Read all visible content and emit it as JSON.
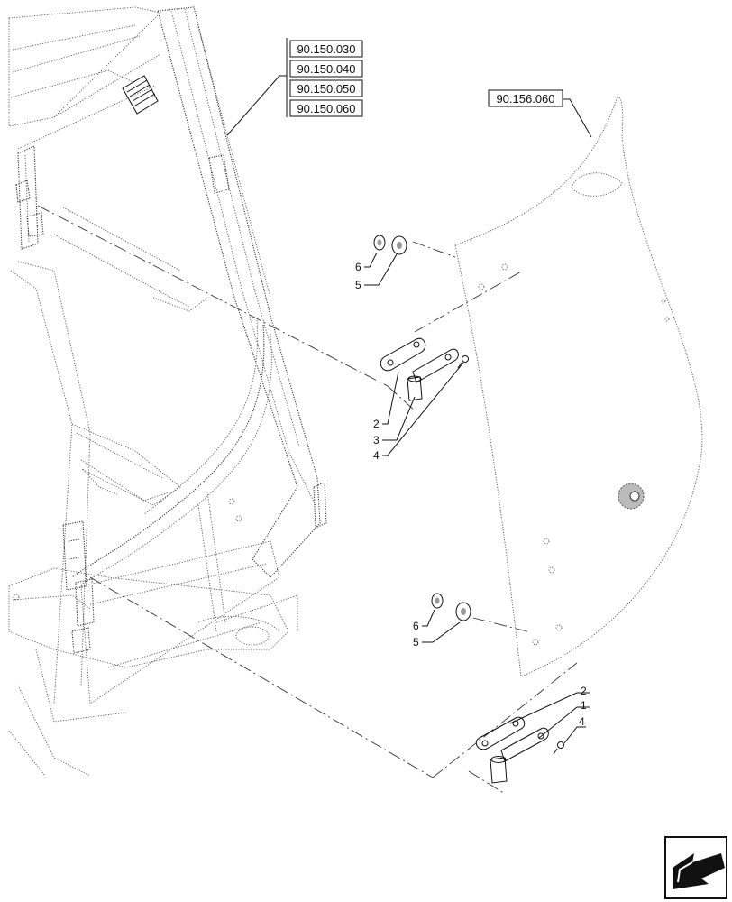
{
  "references": {
    "frame_group": [
      "90.150.030",
      "90.150.040",
      "90.150.050",
      "90.150.060"
    ],
    "door_panel": "90.156.060"
  },
  "callouts": {
    "upper_washer_6": "6",
    "upper_washer_5": "5",
    "upper_hinge_2": "2",
    "upper_hinge_3": "3",
    "upper_hinge_4": "4",
    "lower_washer_6": "6",
    "lower_washer_5": "5",
    "lower_hinge_2": "2",
    "lower_hinge_1": "1",
    "lower_hinge_4": "4"
  },
  "icons": {
    "navigation": "next-page-arrow-icon"
  }
}
